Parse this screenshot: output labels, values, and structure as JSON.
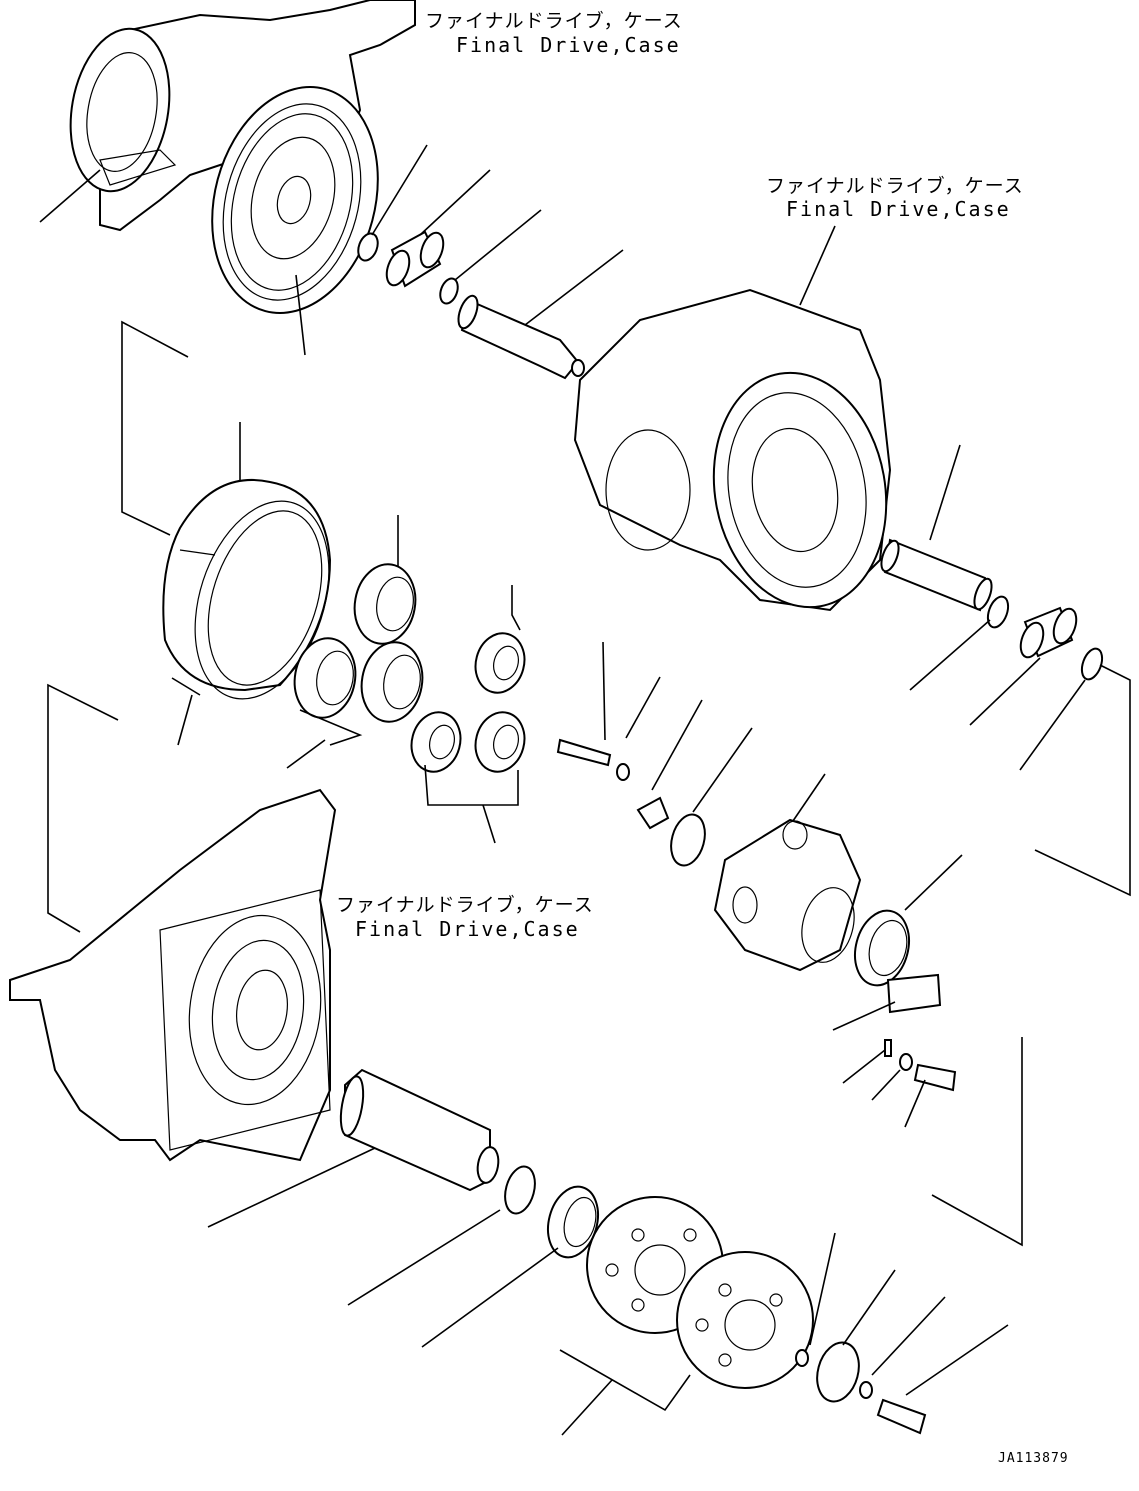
{
  "labels": {
    "case_top": {
      "jp": "ファイナルドライブ，ケース",
      "en": "Final Drive,Case"
    },
    "case_right": {
      "jp": "ファイナルドライブ，ケース",
      "en": "Final Drive,Case"
    },
    "case_bottom": {
      "jp": "ファイナルドライブ，ケース",
      "en": "Final Drive,Case"
    }
  },
  "drawing_code": "JA113879"
}
